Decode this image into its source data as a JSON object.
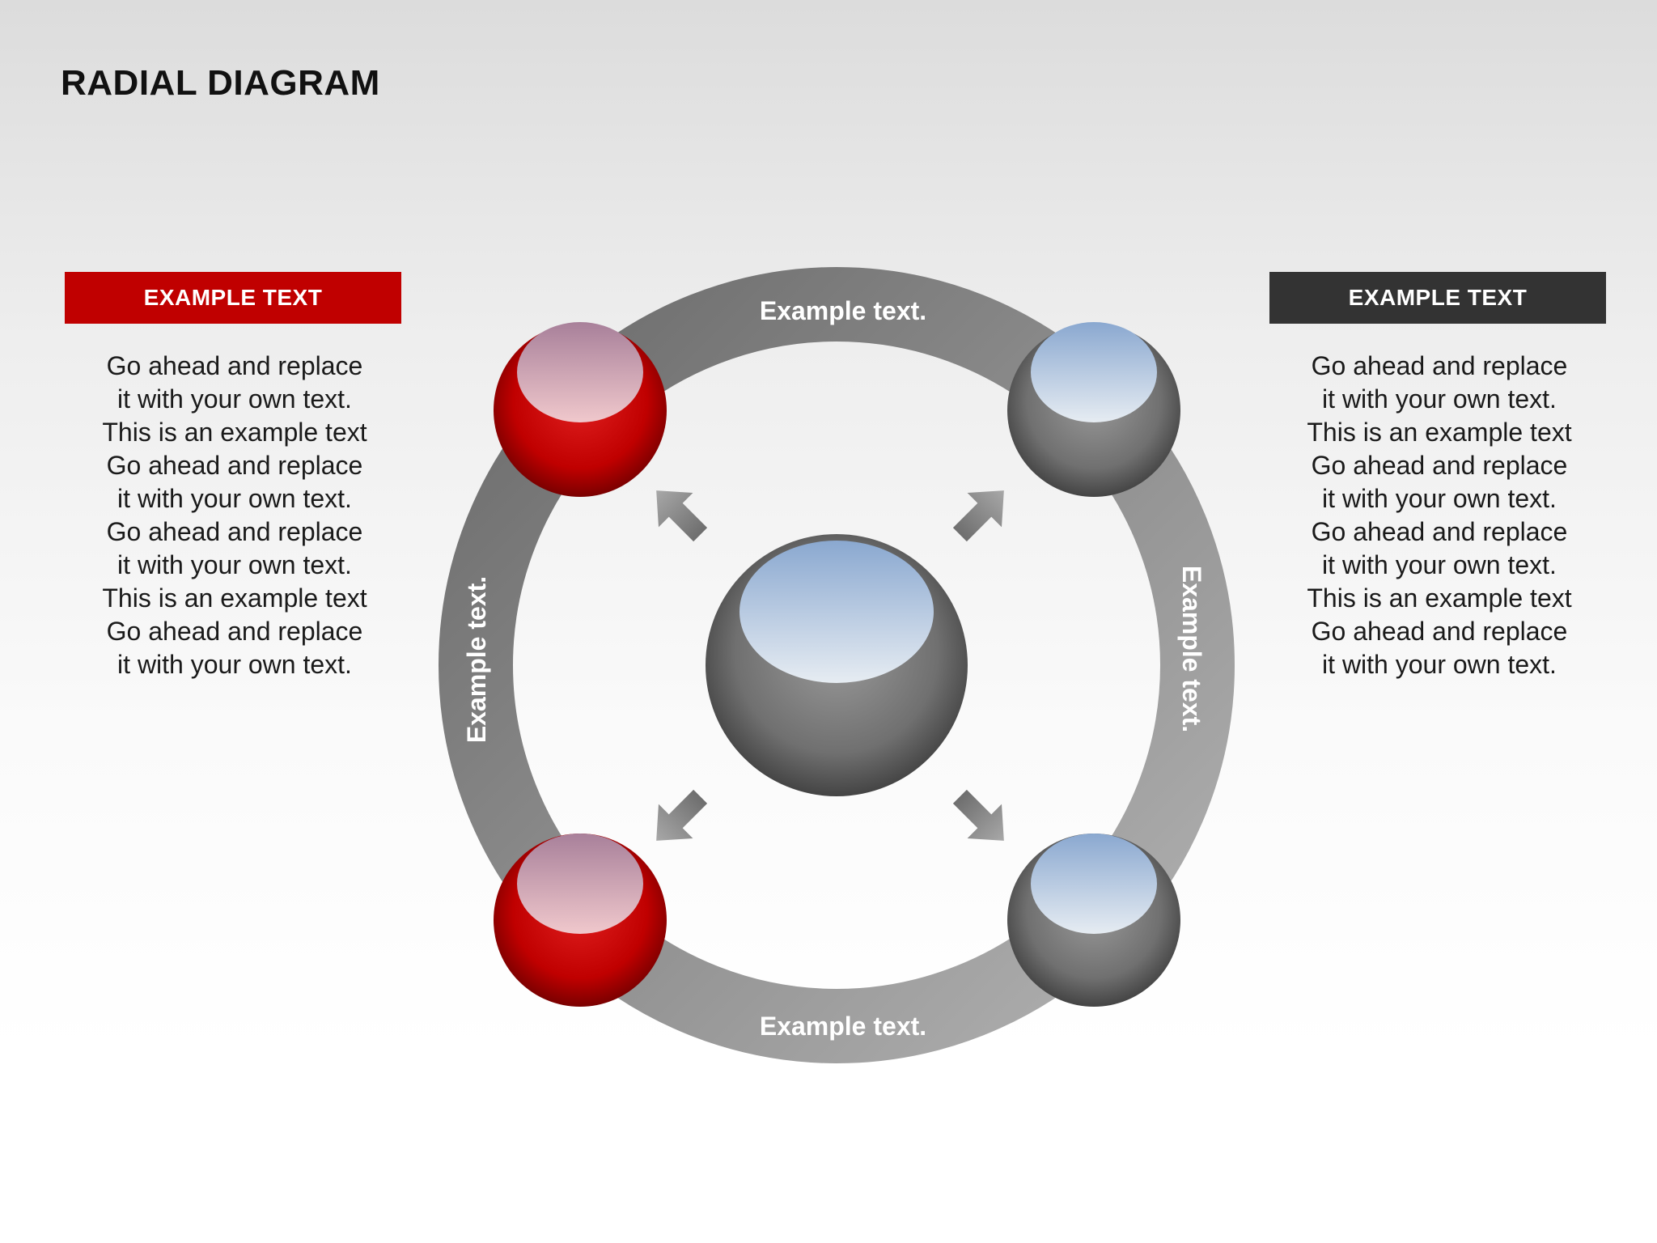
{
  "title": "RADIAL DIAGRAM",
  "left_panel": {
    "header": "EXAMPLE TEXT",
    "header_color": "#c00000",
    "lines": [
      "Go ahead and replace",
      "it with your own text.",
      "This is an example text",
      "Go ahead and replace",
      "it with your own text.",
      "Go ahead and replace",
      "it with your own text.",
      "This is an example text",
      "Go ahead and replace",
      "it with your own text."
    ]
  },
  "right_panel": {
    "header": "EXAMPLE TEXT",
    "header_color": "#333333",
    "lines": [
      "Go ahead and replace",
      "it with your own text.",
      "This is an example text",
      "Go ahead and replace",
      "it with your own text.",
      "Go ahead and replace",
      "it with your own text.",
      "This is an example text",
      "Go ahead and replace",
      "it with your own text."
    ]
  },
  "ring": {
    "top_label": "Example text.",
    "bottom_label": "Example text.",
    "left_label": "Example text.",
    "right_label": "Example text.",
    "color": "#8c8c8c"
  },
  "nodes": {
    "top_left": "red",
    "top_right": "gray",
    "bottom_left": "red",
    "bottom_right": "gray",
    "center": "gray"
  },
  "colors": {
    "accent_red": "#c00000",
    "dark_gray": "#333333",
    "ring_gray": "#8c8c8c"
  }
}
